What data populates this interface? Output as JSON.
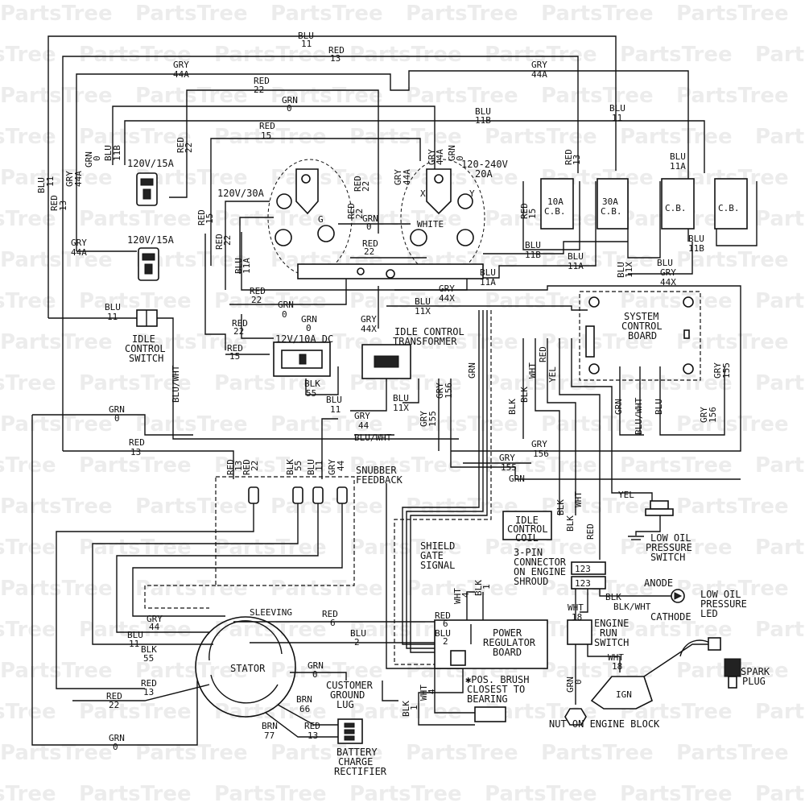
{
  "watermark": "PartsTree",
  "wire_labels": {
    "blu11": "BLU",
    "n11": "11",
    "red13": "RED",
    "n13": "13",
    "gry44a": "GRY",
    "n44a": "44A",
    "red22": "RED",
    "n22": "22",
    "grn0": "GRN",
    "n0": "0",
    "blu11b": "BLU",
    "n11b": "11B",
    "red15": "RED",
    "n15": "15",
    "blu11a": "BLU",
    "n11a": "11A",
    "blu11x": "BLU",
    "n11x": "11X",
    "gry44x": "GRY",
    "n44x": "44X",
    "blk55": "BLK",
    "n55": "55",
    "gry44": "GRY",
    "n44": "44",
    "bluwht": "BLU/WHT",
    "gry156": "GRY",
    "n156": "156",
    "gry155": "GRY",
    "n155": "155",
    "grn": "GRN",
    "blk": "BLK",
    "wht": "WHT",
    "red": "RED",
    "yel": "YEL",
    "blu": "BLU",
    "red6": "RED",
    "n6": "6",
    "blu2": "BLU",
    "n2": "2",
    "wht4": "WHT",
    "n4": "4",
    "blk1": "BLK",
    "n1": "1",
    "brn66": "BRN",
    "n66": "66",
    "brn77": "BRN",
    "n77": "77",
    "wht18": "WHT",
    "n18": "18",
    "blkwht": "BLK/WHT"
  },
  "components": {
    "outlet_120_15a_top": "120V/15A",
    "outlet_120_15a_bottom": "120V/15A",
    "outlet_120_30a": "120V/30A",
    "outlet_120_240v_20a_1": "120-240V",
    "outlet_120_240v_20a_2": "20A",
    "outlet_12v_10a_dc": "12V/10A DC",
    "breaker_10a": "10A",
    "breaker_cb": "C.B.",
    "breaker_30a": "30A",
    "idle_switch_1": "IDLE",
    "idle_switch_2": "CONTROL",
    "idle_switch_3": "SWITCH",
    "idle_xfmr_1": "IDLE CONTROL",
    "idle_xfmr_2": "TRANSFORMER",
    "scb_1": "SYSTEM",
    "scb_2": "CONTROL",
    "scb_3": "BOARD",
    "snubber_1": "SNUBBER",
    "snubber_2": "FEEDBACK",
    "idle_coil_1": "IDLE",
    "idle_coil_2": "CONTROL",
    "idle_coil_3": "COIL",
    "oil_switch_1": "LOW OIL",
    "oil_switch_2": "PRESSURE",
    "oil_switch_3": "SWITCH",
    "shield_1": "SHIELD",
    "shield_2": "GATE",
    "shield_3": "SIGNAL",
    "conn3_1": "3-PIN",
    "conn3_2": "CONNECTOR",
    "conn3_3": "ON ENGINE",
    "conn3_4": "SHROUD",
    "pins": "123",
    "anode": "ANODE",
    "cathode": "CATHODE",
    "oil_led_1": "LOW OIL",
    "oil_led_2": "PRESSURE",
    "oil_led_3": "LED",
    "sleeving": "SLEEVING",
    "run_sw_1": "ENGINE",
    "run_sw_2": "RUN",
    "run_sw_3": "SWITCH",
    "prb_1": "POWER",
    "prb_2": "REGULATOR",
    "prb_3": "BOARD",
    "stator": "STATOR",
    "cust_gnd_1": "CUSTOMER",
    "cust_gnd_2": "GROUND",
    "cust_gnd_3": "LUG",
    "brush_1": "✱POS. BRUSH",
    "brush_2": "CLOSEST TO",
    "brush_3": "BEARING",
    "rect_1": "BATTERY",
    "rect_2": "CHARGE",
    "rect_3": "RECTIFIER",
    "nut": "NUT ON ENGINE BLOCK",
    "plug_1": "SPARK",
    "plug_2": "PLUG",
    "ign": "IGN",
    "white": "WHITE",
    "g": "G",
    "x": "X",
    "y": "Y"
  }
}
